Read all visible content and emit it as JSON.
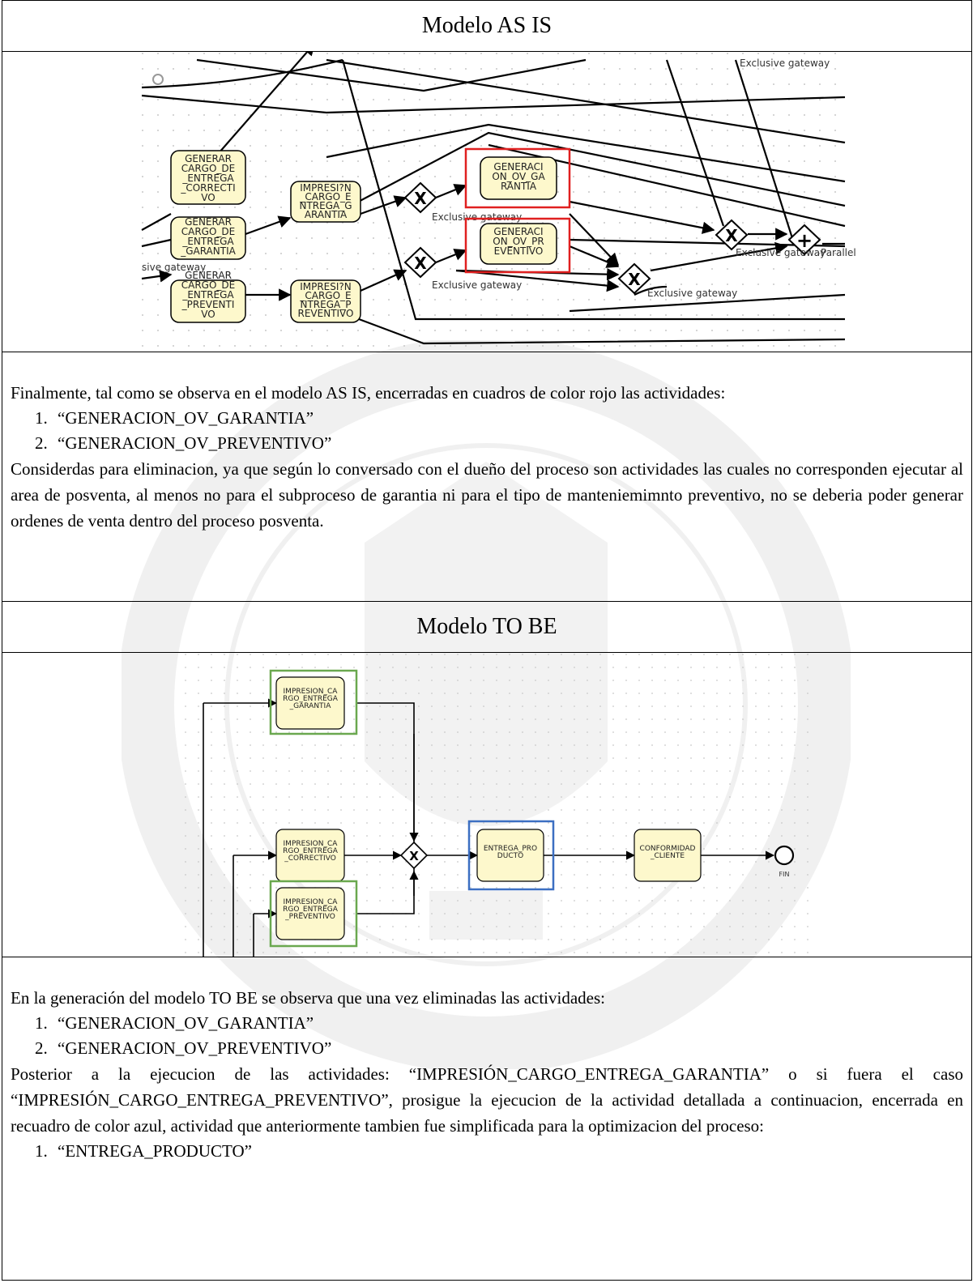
{
  "asis": {
    "title": "Modelo AS IS",
    "tasks": {
      "generar_cargo_correctivo": [
        "GENERAR",
        "CARGO_DE",
        "_ENTREGA",
        "_CORRECTI",
        "VO"
      ],
      "generar_cargo_garantia": [
        "GENERAR",
        "CARGO_DE",
        "_ENTREGA",
        "_GARANTIA"
      ],
      "generar_cargo_preventivo": [
        "GENERAR",
        "CARGO_DE",
        "_ENTREGA",
        "_PREVENTI",
        "VO"
      ],
      "impresion_garantia": [
        "IMPRESI?N",
        "_CARGO_E",
        "NTREGA_G",
        "ARANTIA"
      ],
      "impresion_preventivo": [
        "IMPRESI?N",
        "_CARGO_E",
        "NTREGA_P",
        "REVENTIVO"
      ],
      "generacion_ov_garantia": [
        "GENERACI",
        "ON_OV_GA",
        "RANTIA"
      ],
      "generacion_ov_preventivo": [
        "GENERACI",
        "ON_OV_PR",
        "EVENTIVO"
      ]
    },
    "gateway_label": "Exclusive gateway",
    "partial_gateway_label": "sive gateway",
    "parallel_label": "Parallel",
    "gateway_symbol": "X",
    "parallel_symbol": "+"
  },
  "text1": {
    "intro": "Finalmente, tal como se observa en el modelo AS IS, encerradas en cuadros de color rojo las actividades:",
    "items": [
      {
        "num": "1.",
        "text": "“GENERACION_OV_GARANTIA”"
      },
      {
        "num": "2.",
        "text": "“GENERACION_OV_PREVENTIVO”"
      }
    ],
    "body": "Considerdas para eliminacion, ya que según lo conversado con el dueño del proceso son actividades las cuales no corresponden ejecutar al area de posventa, al menos no para el subproceso de garantia ni para el tipo de manteniemimnto preventivo, no se deberia poder generar ordenes de venta dentro del proceso posventa."
  },
  "tobe": {
    "title": "Modelo TO BE",
    "tasks": {
      "impresion_garantia": [
        "IMPRESION_CA",
        "RGO_ENTREGA",
        "_GARANTIA"
      ],
      "impresion_correctivo": [
        "IMPRESION_CA",
        "RGO_ENTREGA",
        "_CORRECTIVO"
      ],
      "impresion_preventivo": [
        "IMPRESION_CA",
        "RGO_ENTREGA",
        "_PREVENTIVO"
      ],
      "entrega_producto": [
        "ENTREGA_PRO",
        "DUCTO"
      ],
      "conformidad_cliente": [
        "CONFORMIDAD",
        "_CLIENTE"
      ]
    },
    "end_label": "FIN",
    "gateway_symbol": "X"
  },
  "text2": {
    "intro": "En la generación del modelo TO BE se observa que una vez eliminadas las actividades:",
    "items": [
      {
        "num": "1.",
        "text": "“GENERACION_OV_GARANTIA”"
      },
      {
        "num": "2.",
        "text": "“GENERACION_OV_PREVENTIVO”"
      }
    ],
    "body": "Posterior a la ejecucion de las actividades:   “IMPRESIÓN_CARGO_ENTREGA_GARANTIA” o si fuera el caso “IMPRESIÓN_CARGO_ENTREGA_PREVENTIVO”, prosigue la ejecucion de la actividad detallada a continuacion, encerrada en recuadro de color azul, actividad que anteriormente tambien fue simplificada para la optimizacion del proceso:",
    "items2": [
      {
        "num": "1.",
        "text": "“ENTREGA_PRODUCTO”"
      }
    ]
  },
  "colors": {
    "task_fill": "#fdf8cc",
    "red_box": "#e02020",
    "green_box": "#6aa84f",
    "blue_box": "#3c6fc2",
    "watermark": "#7a7a7a"
  }
}
